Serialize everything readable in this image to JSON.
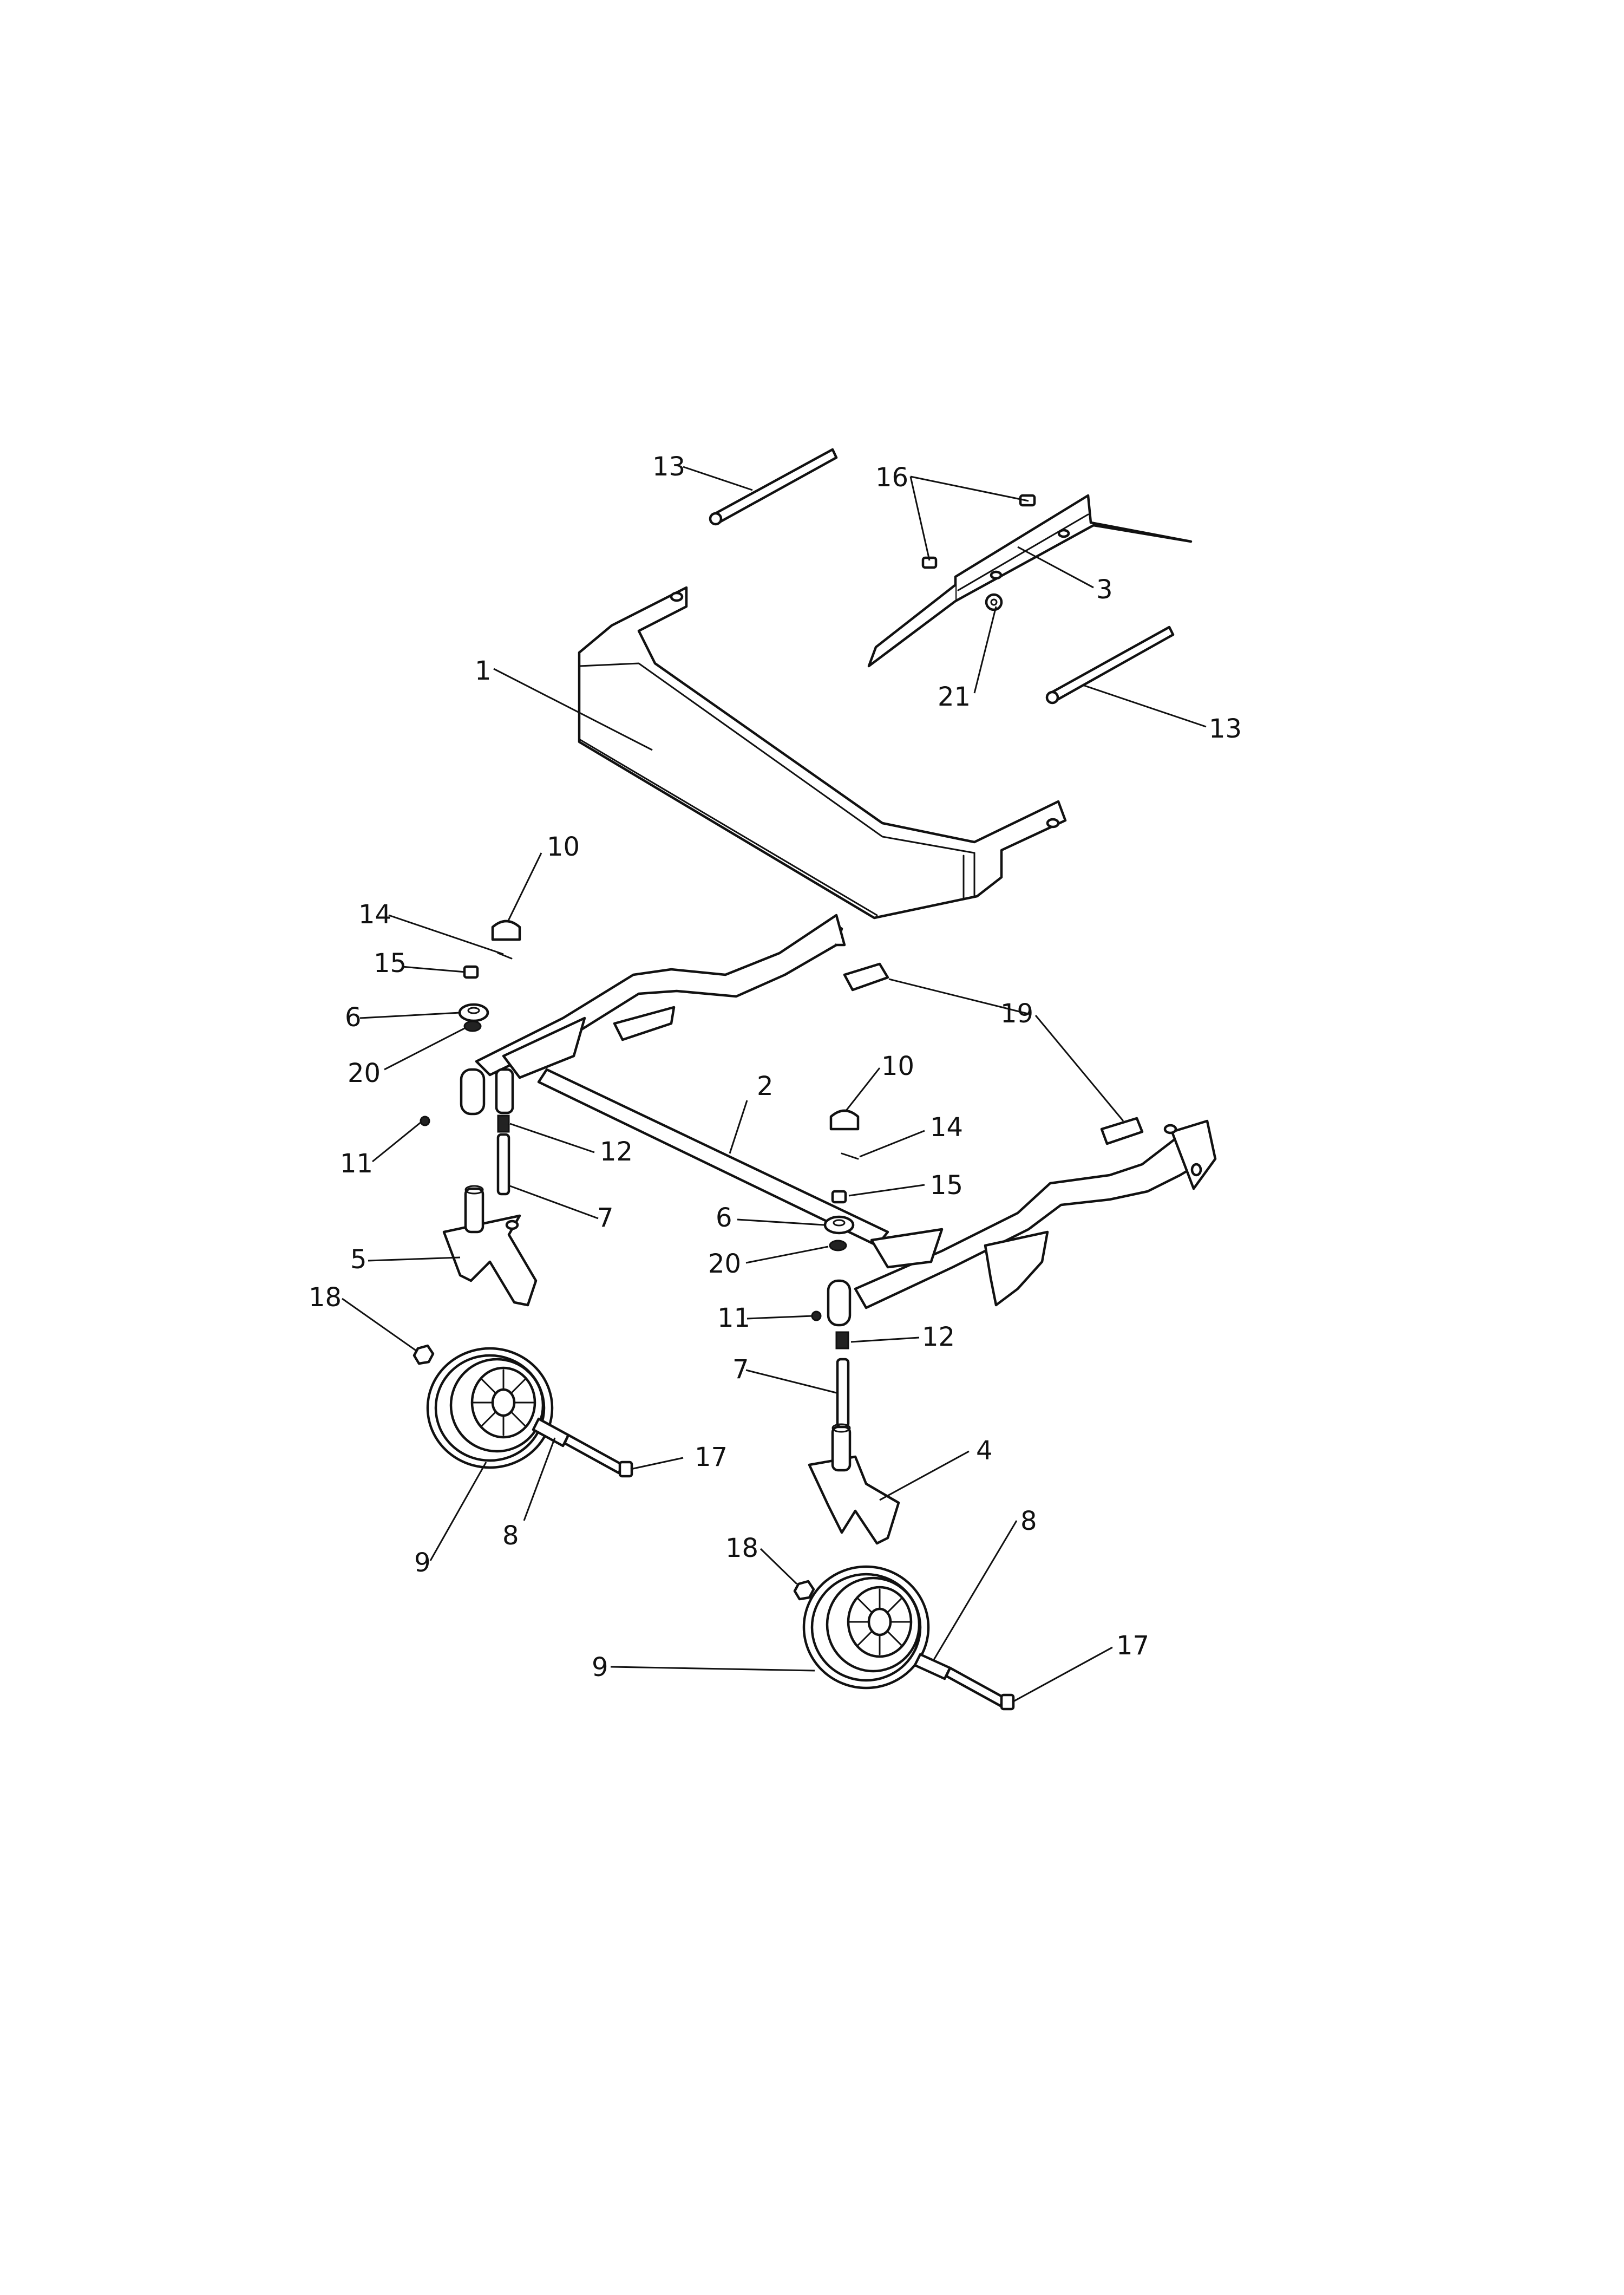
{
  "callouts": {
    "c1": "1",
    "c2": "2",
    "c3": "3",
    "c4": "4",
    "c5": "5",
    "c6a": "6",
    "c6b": "6",
    "c7a": "7",
    "c7b": "7",
    "c8a": "8",
    "c8b": "8",
    "c9a": "9",
    "c9b": "9",
    "c10a": "10",
    "c10b": "10",
    "c11a": "11",
    "c11b": "11",
    "c12a": "12",
    "c12b": "12",
    "c13a": "13",
    "c13b": "13",
    "c14a": "14",
    "c14b": "14",
    "c15a": "15",
    "c15b": "15",
    "c16": "16",
    "c17a": "17",
    "c17b": "17",
    "c18a": "18",
    "c18b": "18",
    "c19": "19",
    "c20a": "20",
    "c20b": "20",
    "c21": "21"
  },
  "colors": {
    "line": "#111111",
    "background": "#ffffff"
  }
}
